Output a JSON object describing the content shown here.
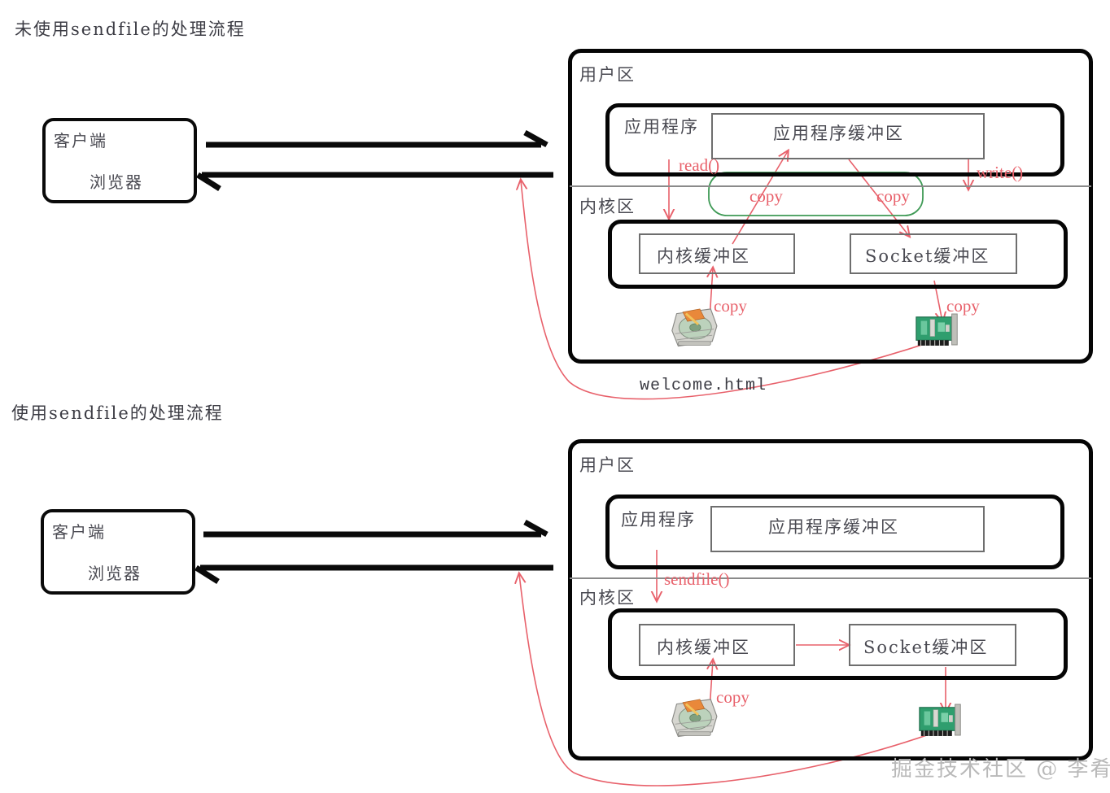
{
  "sections": [
    {
      "id": "without-sendfile",
      "title": "未使用sendfile的处理流程",
      "client": {
        "top_label": "客户端",
        "bottom_label": "浏览器"
      },
      "server": {
        "user_zone_label": "用户区",
        "kernel_zone_label": "内核区",
        "app_label": "应用程序",
        "app_buffer_label": "应用程序缓冲区",
        "kernel_buffer_label": "内核缓冲区",
        "socket_buffer_label": "Socket缓冲区"
      },
      "annotations": {
        "read_call": "read()",
        "write_call": "write()",
        "copy_1": "copy",
        "copy_2": "copy",
        "copy_3": "copy",
        "copy_4": "copy"
      },
      "filename": "welcome.html"
    },
    {
      "id": "with-sendfile",
      "title": "使用sendfile的处理流程",
      "client": {
        "top_label": "客户端",
        "bottom_label": "浏览器"
      },
      "server": {
        "user_zone_label": "用户区",
        "kernel_zone_label": "内核区",
        "app_label": "应用程序",
        "app_buffer_label": "应用程序缓冲区",
        "kernel_buffer_label": "内核缓冲区",
        "socket_buffer_label": "Socket缓冲区"
      },
      "annotations": {
        "sendfile_call": "sendfile()",
        "copy_1": "copy"
      }
    }
  ],
  "icons": {
    "hard_disk": "hard-disk-icon",
    "network_card": "network-card-icon"
  },
  "watermark": "掘金技术社区 @ 李肴",
  "colors": {
    "outline": "#050505",
    "thin_outline": "#6e6e6e",
    "annotation_red": "#e8616b",
    "highlight_green": "#3f9a56",
    "text": "#4a4a52",
    "watermark": "#b9b9b9",
    "divider": "#8a8a8a"
  }
}
